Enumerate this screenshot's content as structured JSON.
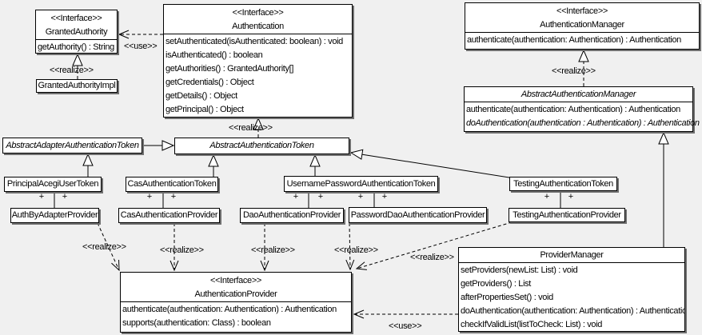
{
  "labels": {
    "realize": "<<realize>>",
    "use": "<<use>>",
    "plus": "+"
  },
  "colors": {
    "background": "#f0f0f0",
    "box_fill": "#ffffff",
    "line": "#000000",
    "shadow": "#6f6f6f"
  },
  "classes": {
    "granted_authority": {
      "stereotype": "<<Interface>>",
      "name": "GrantedAuthority",
      "methods": [
        "getAuthority() : String"
      ]
    },
    "granted_authority_impl": {
      "name": "GrantedAuthorityImpl"
    },
    "authentication": {
      "stereotype": "<<Interface>>",
      "name": "Authentication",
      "methods": [
        "setAuthenticated(isAuthenticated: boolean) : void",
        "isAuthenticated() : boolean",
        "getAuthorities() : GrantedAuthority[]",
        "getCredentials() : Object",
        "getDetails() : Object",
        "getPrincipal() : Object"
      ]
    },
    "authentication_manager": {
      "stereotype": "<<Interface>>",
      "name": "AuthenticationManager",
      "methods": [
        "authenticate(authentication: Authentication) : Authentication"
      ]
    },
    "abstract_authentication_manager": {
      "name": "AbstractAuthenticationManager",
      "methods": [
        "authenticate(authentication: Authentication) : Authentication",
        "doAuthentication(authentication : Authentication) : Authentication"
      ]
    },
    "abstract_adapter_authentication_token": {
      "name": "AbstractAdapterAuthenticationToken"
    },
    "abstract_authentication_token": {
      "name": "AbstractAuthenticationToken"
    },
    "principal_acegi_user_token": {
      "name": "PrincipalAcegiUserToken"
    },
    "cas_authentication_token": {
      "name": "CasAuthenticationToken"
    },
    "username_password_authentication_token": {
      "name": "UsernamePasswordAuthenticationToken"
    },
    "testing_authentication_token": {
      "name": "TestingAuthenticationToken"
    },
    "auth_by_adapter_provider": {
      "name": "AuthByAdapterProvider"
    },
    "cas_authentication_provider": {
      "name": "CasAuthenticationProvider"
    },
    "dao_authentication_provider": {
      "name": "DaoAuthenticationProvider"
    },
    "password_dao_authentication_provider": {
      "name": "PasswordDaoAuthenticationProvider"
    },
    "testing_authentication_provider": {
      "name": "TestingAuthenticationProvider"
    },
    "authentication_provider": {
      "stereotype": "<<Interface>>",
      "name": "AuthenticationProvider",
      "methods": [
        "authenticate(authentication: Authentication) : Authentication",
        "supports(authentication: Class) : boolean"
      ]
    },
    "provider_manager": {
      "name": "ProviderManager",
      "methods": [
        "setProviders(newList: List) : void",
        "getProviders() : List",
        "afterPropertiesSet() : void",
        "doAuthentication(authentication: Authentication) : Authentication",
        "checkIfValidList(listToCheck: List) : void"
      ]
    }
  }
}
